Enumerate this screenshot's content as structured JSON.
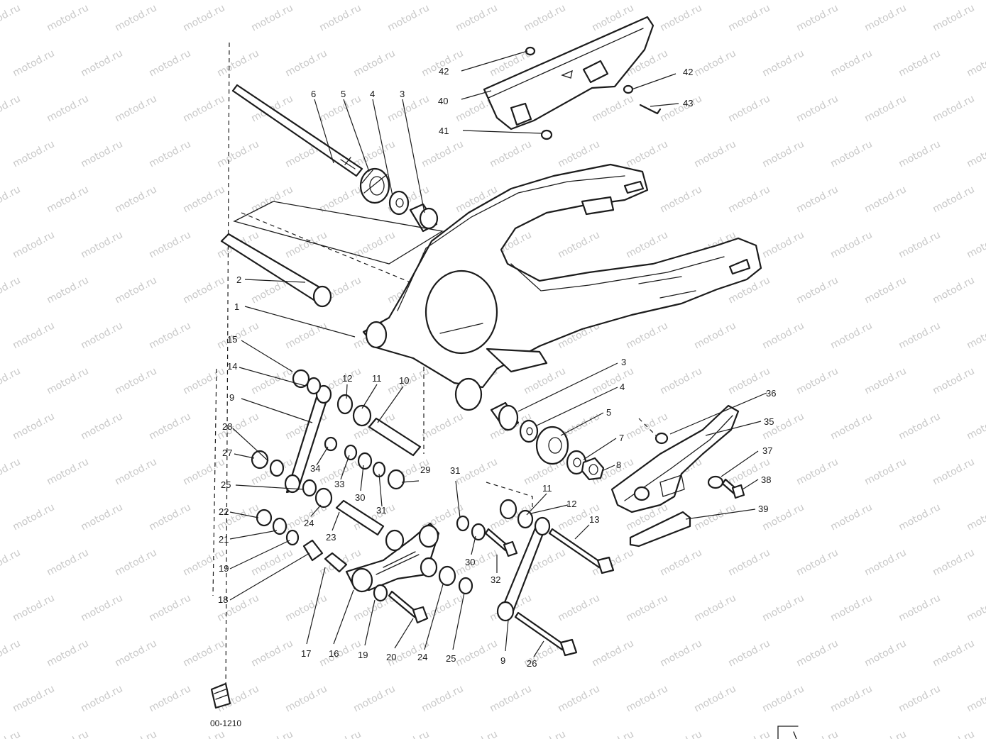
{
  "watermark": {
    "text": "motod.ru",
    "color": "#c8c8c8"
  },
  "figure_code": "00-1210",
  "line_color": "#1c1c1c",
  "callouts": [
    {
      "label": "1"
    },
    {
      "label": "2"
    },
    {
      "label": "3"
    },
    {
      "label": "4"
    },
    {
      "label": "5"
    },
    {
      "label": "6"
    },
    {
      "label": "3"
    },
    {
      "label": "4"
    },
    {
      "label": "5"
    },
    {
      "label": "7"
    },
    {
      "label": "8"
    },
    {
      "label": "10"
    },
    {
      "label": "11"
    },
    {
      "label": "12"
    },
    {
      "label": "11"
    },
    {
      "label": "12"
    },
    {
      "label": "13"
    },
    {
      "label": "14"
    },
    {
      "label": "15"
    },
    {
      "label": "9"
    },
    {
      "label": "28"
    },
    {
      "label": "27"
    },
    {
      "label": "25"
    },
    {
      "label": "22"
    },
    {
      "label": "21"
    },
    {
      "label": "19"
    },
    {
      "label": "18"
    },
    {
      "label": "34"
    },
    {
      "label": "33"
    },
    {
      "label": "30"
    },
    {
      "label": "31"
    },
    {
      "label": "29"
    },
    {
      "label": "24"
    },
    {
      "label": "23"
    },
    {
      "label": "31"
    },
    {
      "label": "30"
    },
    {
      "label": "32"
    },
    {
      "label": "17"
    },
    {
      "label": "16"
    },
    {
      "label": "19"
    },
    {
      "label": "20"
    },
    {
      "label": "24"
    },
    {
      "label": "25"
    },
    {
      "label": "9"
    },
    {
      "label": "26"
    },
    {
      "label": "36"
    },
    {
      "label": "35"
    },
    {
      "label": "37"
    },
    {
      "label": "38"
    },
    {
      "label": "39"
    },
    {
      "label": "42"
    },
    {
      "label": "40"
    },
    {
      "label": "41"
    },
    {
      "label": "42"
    },
    {
      "label": "43"
    }
  ]
}
